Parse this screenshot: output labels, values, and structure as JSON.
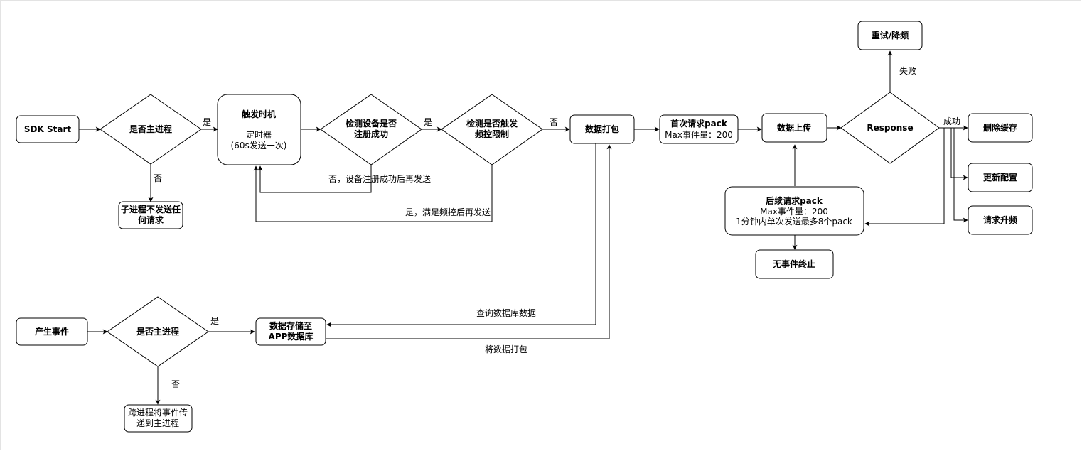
{
  "nodes": {
    "sdk_start": "SDK Start",
    "is_main_1": "是否主进程",
    "child_no_send": [
      "子进程不发送任",
      "何请求"
    ],
    "trigger_title": "触发时机",
    "trigger_timer": "定时器",
    "trigger_interval": "(60s发送一次)",
    "check_register": [
      "检测设备是否",
      "注册成功"
    ],
    "check_freq": [
      "检测是否触发",
      "频控限制"
    ],
    "pack_data": "数据打包",
    "first_req_title": "首次请求pack",
    "first_req_max": "Max事件量：200",
    "upload": "数据上传",
    "response": "Response",
    "retry": "重试/降频",
    "delete_cache": "删除缓存",
    "update_config": "更新配置",
    "request_upfreq": "请求升频",
    "next_req_title": "后续请求pack",
    "next_req_max": "Max事件量：200",
    "next_req_limit": "1分钟内单次发送最多8个pack",
    "no_event_end": "无事件终止",
    "produce_event": "产生事件",
    "is_main_2": "是否主进程",
    "store_db": [
      "数据存储至",
      "APP数据库"
    ],
    "cross_process": [
      "跨进程将事件传",
      "递到主进程"
    ]
  },
  "edge_labels": {
    "yes_1": "是",
    "no_1": "否",
    "yes_register": "是",
    "no_freq": "否",
    "no_register_retry": "否，设备注册成功后再发送",
    "yes_freq_retry": "是，满足频控后再发送",
    "fail": "失败",
    "success": "成功",
    "query_db": "查询数据库数据",
    "pack_db": "将数据打包",
    "yes_2": "是",
    "no_2": "否"
  }
}
